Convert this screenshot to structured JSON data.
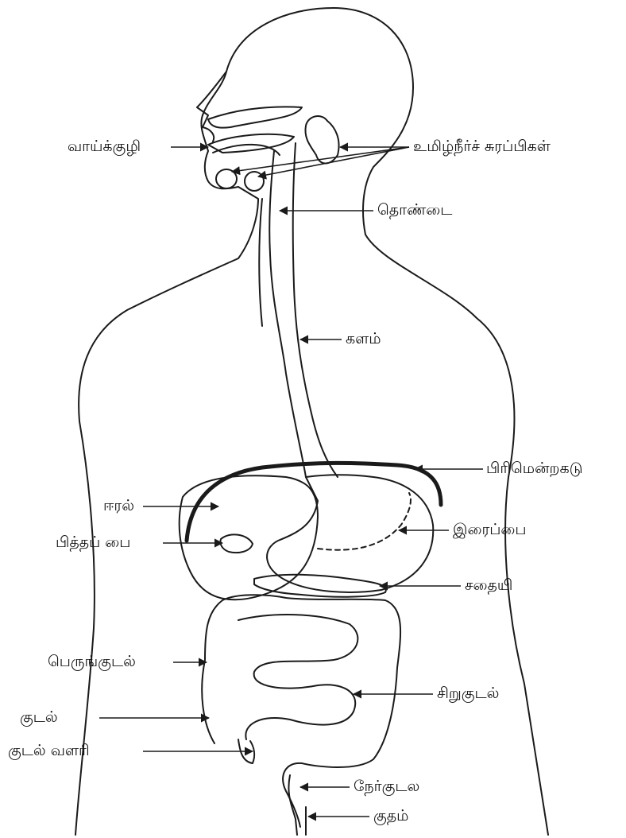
{
  "labels": {
    "mouth": "வாய்க்குழி",
    "salivary_glands": "உமிழ்நீர்ச் சுரப்பிகள்",
    "pharynx": "தொண்டை",
    "esophagus": "களம்",
    "diaphragm": "பிரிமென்றகடு",
    "liver": "ஈரல்",
    "gallbladder": "பித்தப் பை",
    "stomach": "இரைப்பை",
    "pancreas": "சதையி",
    "large_intestine": "பெருங்குடல்",
    "small_intestine": "சிறுகுடல்",
    "colon": "குடல்",
    "appendix": "குடல் வளரி",
    "rectum": "நேர்குடல",
    "anus": "குதம்"
  },
  "colors": {
    "line": "#1a1a1a",
    "text": "#111111",
    "background": "#ffffff"
  }
}
